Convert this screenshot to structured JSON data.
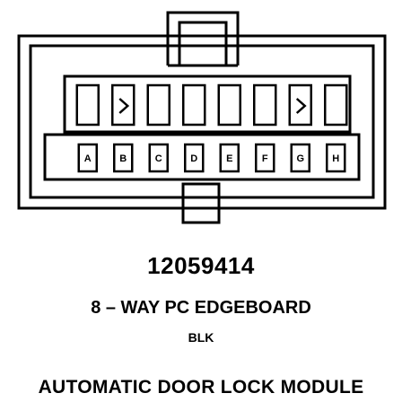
{
  "connector": {
    "pins": [
      "A",
      "B",
      "C",
      "D",
      "E",
      "F",
      "G",
      "H"
    ]
  },
  "labels": {
    "part_number": "12059414",
    "description": "8 – WAY PC EDGEBOARD",
    "color": "BLK",
    "module_name": "AUTOMATIC DOOR LOCK MODULE"
  }
}
